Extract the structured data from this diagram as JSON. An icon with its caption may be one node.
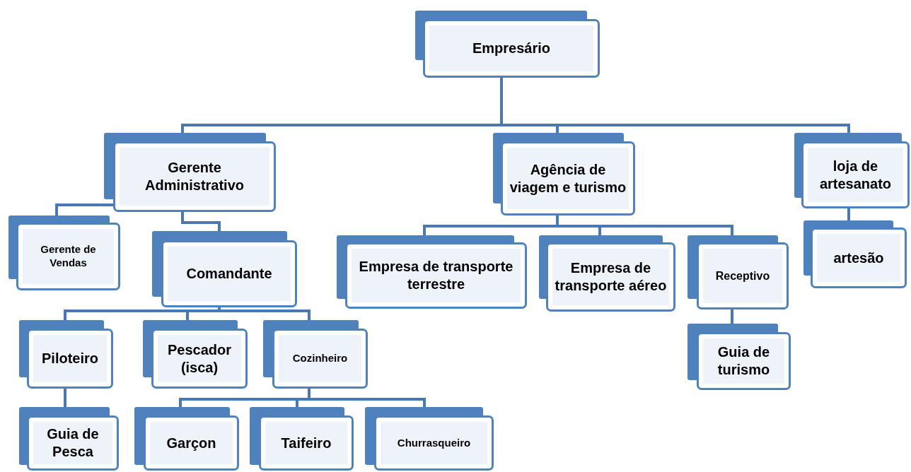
{
  "diagram": {
    "nodes": [
      {
        "text": [
          "Empresário"
        ]
      },
      {
        "text": [
          "Gerente Administrativo"
        ]
      },
      {
        "text": [
          "Gerente de Vendas"
        ]
      },
      {
        "text": [
          "Comandante"
        ]
      },
      {
        "text": [
          "Piloteiro"
        ]
      },
      {
        "text": [
          "Pescador (isca)"
        ]
      },
      {
        "text": [
          "Cozinheiro"
        ]
      },
      {
        "text": [
          "Guia de Pesca"
        ]
      },
      {
        "text": [
          "Garçon"
        ]
      },
      {
        "text": [
          "Taifeiro"
        ]
      },
      {
        "text": [
          "Churrasqueiro"
        ]
      },
      {
        "text": [
          "Agência de viagem e turismo"
        ]
      },
      {
        "text": [
          "Empresa de transporte terrestre"
        ]
      },
      {
        "text": [
          "Empresa de transporte aéreo"
        ]
      },
      {
        "text": [
          "Receptivo"
        ]
      },
      {
        "text": [
          "Guia de turismo"
        ]
      },
      {
        "text": [
          "loja de artesanato"
        ]
      },
      {
        "text": [
          "artesão"
        ]
      }
    ],
    "edges": [
      {
        "from": 0,
        "to": 1,
        "arrow": "none"
      },
      {
        "from": 0,
        "to": 11,
        "arrow": "none"
      },
      {
        "from": 0,
        "to": 16,
        "arrow": "none"
      },
      {
        "from": 1,
        "to": 2,
        "arrow": "none"
      },
      {
        "from": 1,
        "to": 3,
        "arrow": "none"
      },
      {
        "from": 3,
        "to": 4,
        "arrow": "none"
      },
      {
        "from": 3,
        "to": 5,
        "arrow": "none"
      },
      {
        "from": 3,
        "to": 6,
        "arrow": "none"
      },
      {
        "from": 4,
        "to": 7,
        "arrow": "none"
      },
      {
        "from": 6,
        "to": 8,
        "arrow": "none"
      },
      {
        "from": 6,
        "to": 9,
        "arrow": "none"
      },
      {
        "from": 6,
        "to": 10,
        "arrow": "none"
      },
      {
        "from": 11,
        "to": 12,
        "arrow": "none"
      },
      {
        "from": 11,
        "to": 13,
        "arrow": "none"
      },
      {
        "from": 11,
        "to": 14,
        "arrow": "none"
      },
      {
        "from": 14,
        "to": 15,
        "arrow": "none"
      },
      {
        "from": 16,
        "to": 17,
        "arrow": "none"
      }
    ]
  }
}
